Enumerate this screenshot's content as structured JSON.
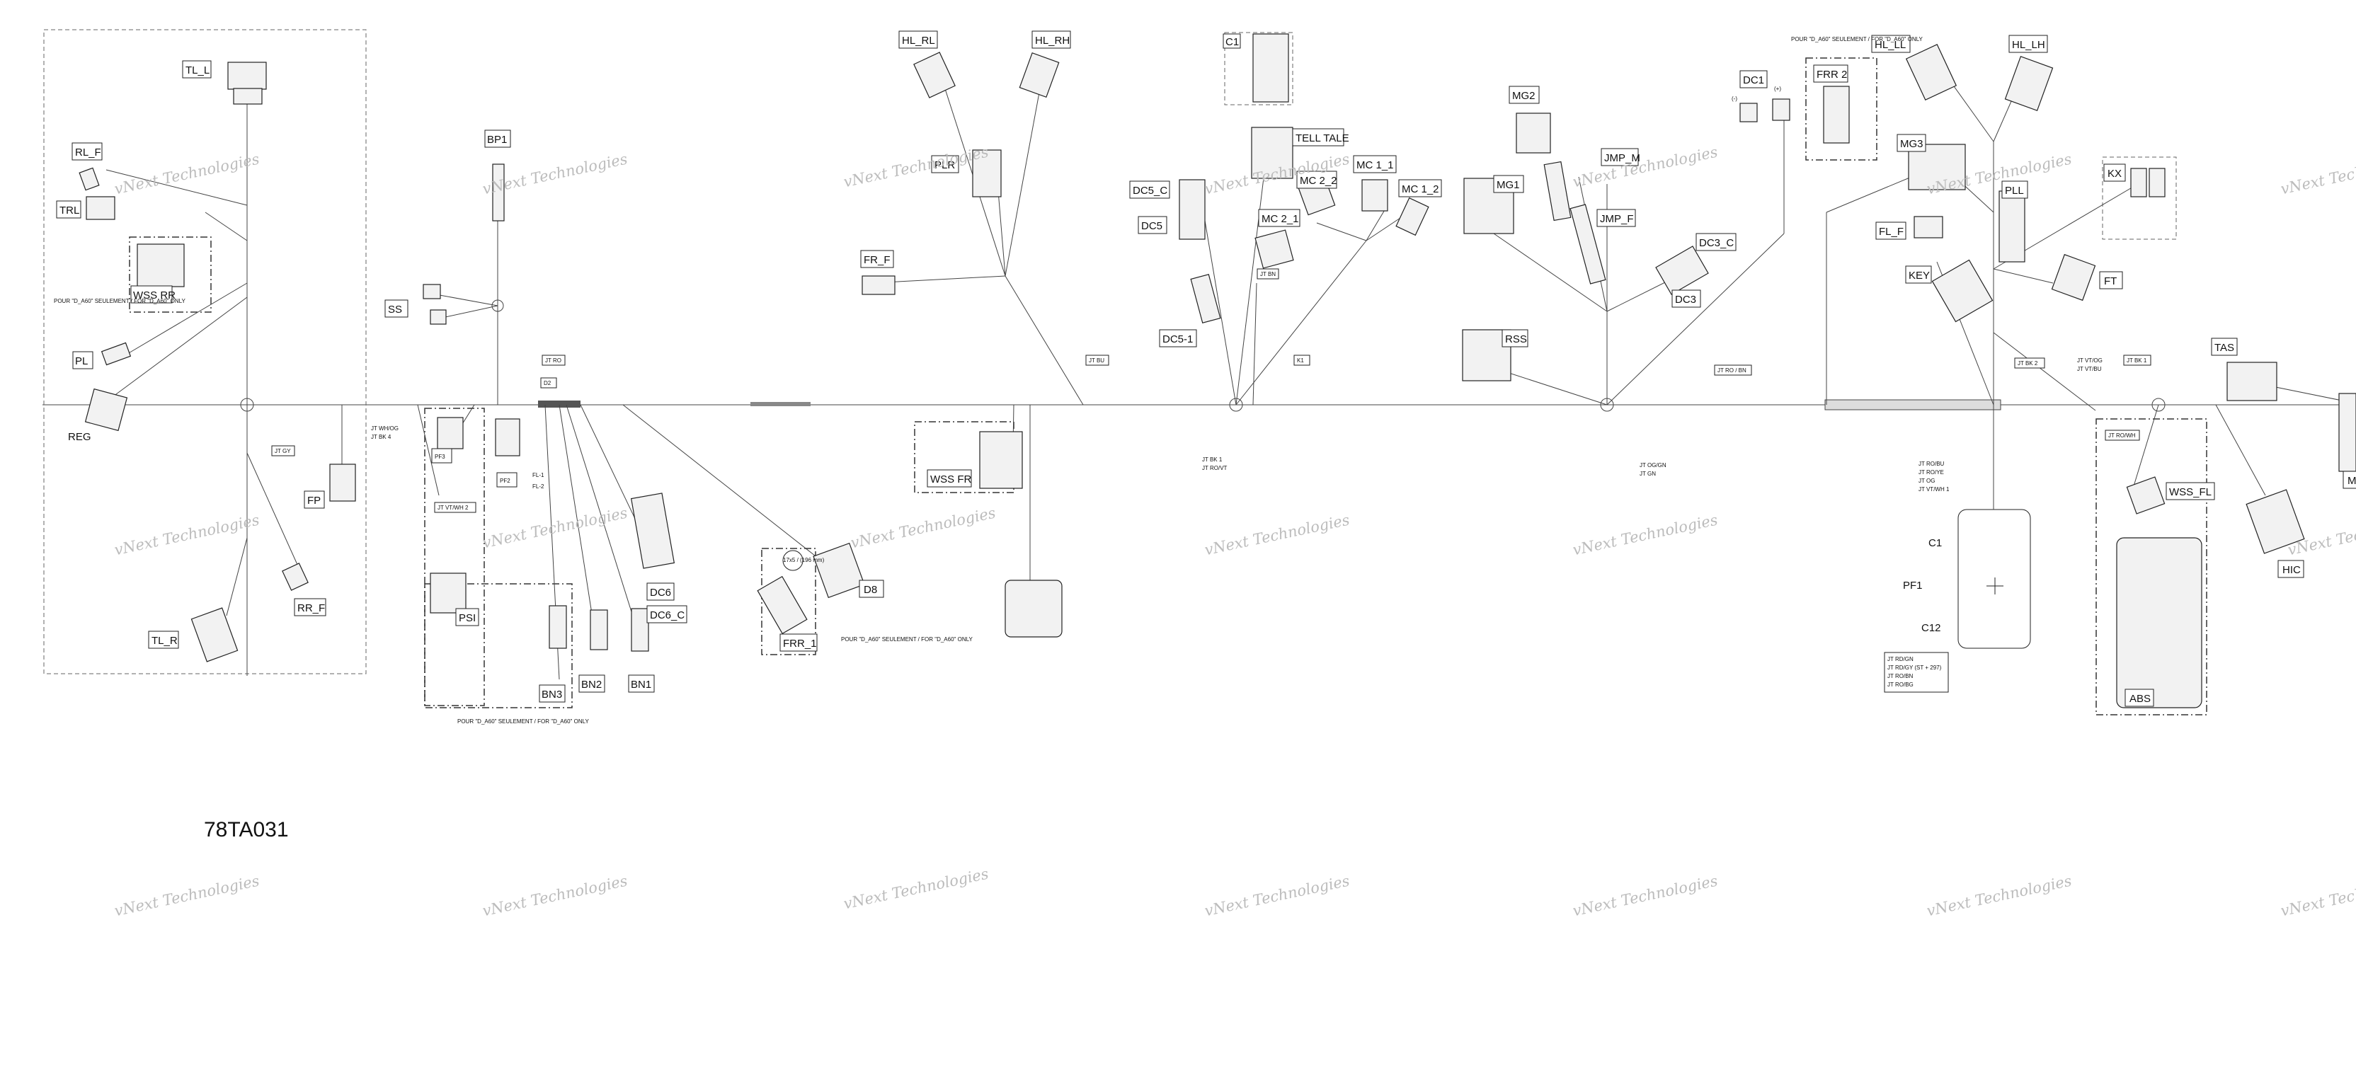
{
  "drawing_number": "78TA031",
  "watermark": "vNext Technologies",
  "labels": [
    "TL_L",
    "RL_F",
    "TRL",
    "WSS RR",
    "PL",
    "REG",
    "FP",
    "RR_F",
    "TL_R",
    "BP1",
    "SS",
    "PF3",
    "PF2",
    "FL-1",
    "FL-2",
    "PSI",
    "BN3",
    "BN2",
    "BN1",
    "DC6",
    "DC6_C",
    "HL_RL",
    "HL_RH",
    "PLR",
    "FR_F",
    "WSS FR",
    "FRR_1",
    "D8",
    "C1",
    "TELL TALE",
    "DC5_C",
    "DC5",
    "MC 2_2",
    "MC 1_1",
    "MC 1_2",
    "MC 2_1",
    "DC5-1",
    "MG2",
    "MG1",
    "JMP_M",
    "JMP_F",
    "DC3_C",
    "DC3",
    "RSS",
    "DC1",
    "FRR 2",
    "HL_LL",
    "HL_LH",
    "MG3",
    "PLL",
    "KX",
    "FL_F",
    "KEY",
    "FT",
    "PF1",
    "C12",
    "TAS",
    "WSS_FL",
    "HIC",
    "ABS",
    "M"
  ],
  "notes": {
    "partial": "POUR \"D_A60\" SEULEMENT / FOR \"D_A60\" ONLY",
    "wire_jt_ro": "JT RO",
    "wire_d2": "D2",
    "wire_jt_gy": "JT GY",
    "wire_jt_wh_og": "JT WH/OG",
    "wire_jt_bk4": "JT BK 4",
    "wire_jt_vt_wh2": "JT VT/WH 2",
    "wire_jt_bu": "JT BU",
    "wire_jt_bk1": "JT BK 1",
    "wire_jt_ro_vt": "JT RO/VT",
    "wire_jt_bn": "JT BN",
    "wire_k1": "K1",
    "wire_jt_og_gn": "JT OG/GN",
    "wire_jt_gn": "JT GN",
    "wire_jt_ro_bn": "JT RO / BN",
    "wire_jt_bk2": "JT BK 2",
    "wire_jt_vt_og": "JT VT/OG",
    "wire_jt_vt_bu": "JT VT/BU",
    "wire_jt_ro_wh": "JT RO/WH",
    "wire_jt_bk_list": "JT BK 1",
    "pf1_wires_top": [
      "JT RO/BU",
      "JT RO/YE",
      "JT OG",
      "JT VT/WH 1"
    ],
    "pf1_wires_bottom": [
      "JT RD/GN",
      "JT RD/GY (ST + 297)",
      "JT RO/BN",
      "JT RO/BG"
    ],
    "frr1_tag": "17x5 / (196 mm)",
    "dc1_minus": "(-)",
    "dc1_plus": "(+)"
  }
}
